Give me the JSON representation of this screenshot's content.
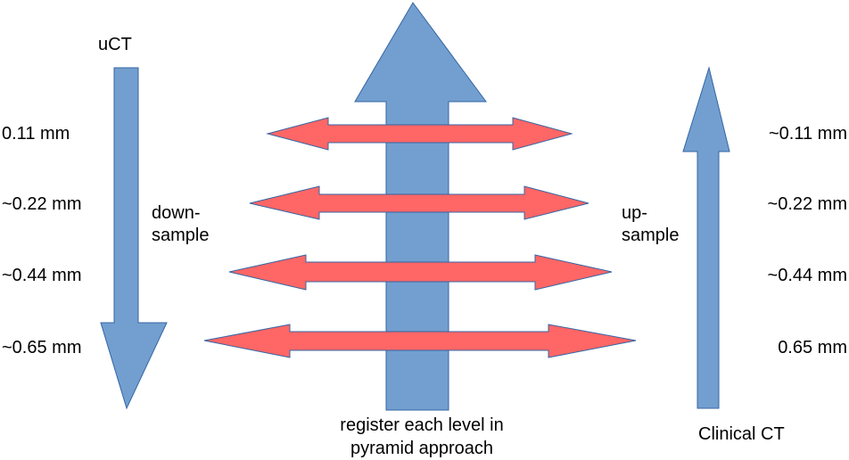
{
  "left_column": {
    "title": "uCT",
    "levels": [
      "0.11 mm",
      "~0.22 mm",
      "~0.44 mm",
      "~0.65 mm"
    ],
    "arrow_label_line1": "down-",
    "arrow_label_line2": "sample"
  },
  "right_column": {
    "title": "Clinical CT",
    "levels": [
      "~0.11 mm",
      "~0.22 mm",
      "~0.44 mm",
      "0.65 mm"
    ],
    "arrow_label_line1": "up-",
    "arrow_label_line2": "sample"
  },
  "center": {
    "caption_line1": "register each level in",
    "caption_line2": "pyramid approach"
  },
  "colors": {
    "blue_arrow": "#729fcf",
    "blue_stroke": "#3465a4",
    "red_arrow": "#ff6666",
    "red_stroke": "#3465a4"
  }
}
